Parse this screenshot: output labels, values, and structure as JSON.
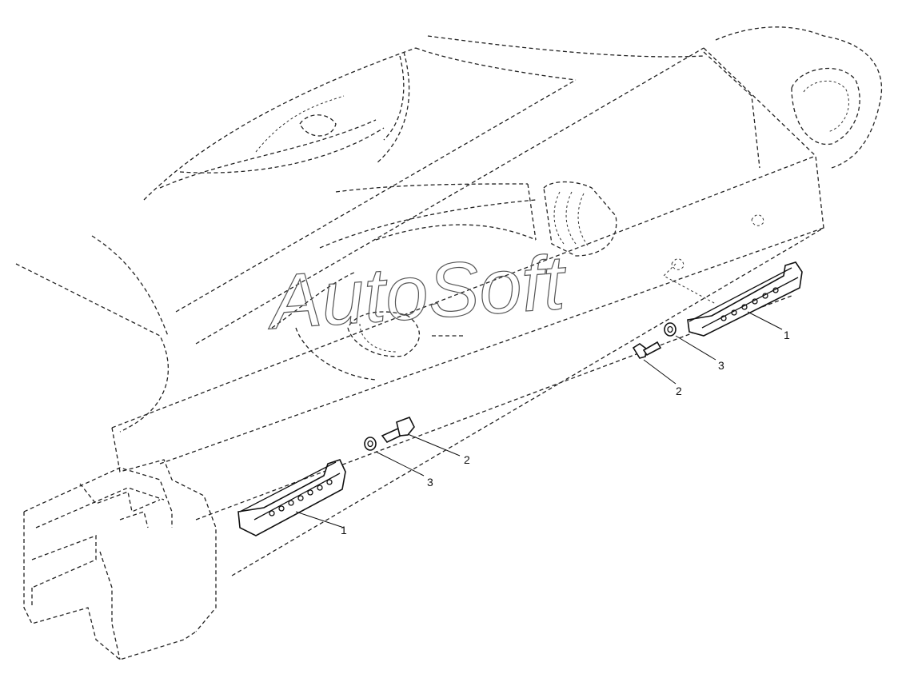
{
  "diagram": {
    "watermark": "AutoSoft",
    "callouts": {
      "lower_bracket": "1",
      "lower_bolt": "2",
      "lower_washer": "3",
      "upper_bracket": "1",
      "upper_bolt": "2",
      "upper_washer": "3"
    }
  }
}
